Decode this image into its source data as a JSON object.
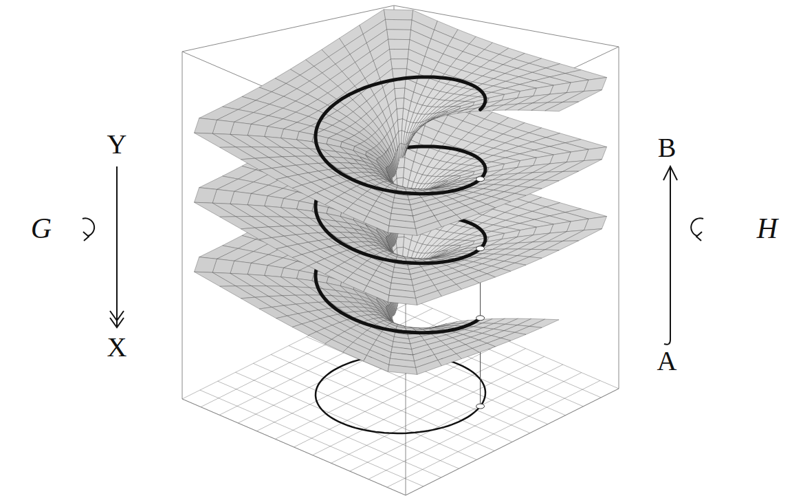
{
  "diagram": {
    "labels": [
      "Y",
      "X",
      "B",
      "A",
      "G",
      "H"
    ]
  }
}
